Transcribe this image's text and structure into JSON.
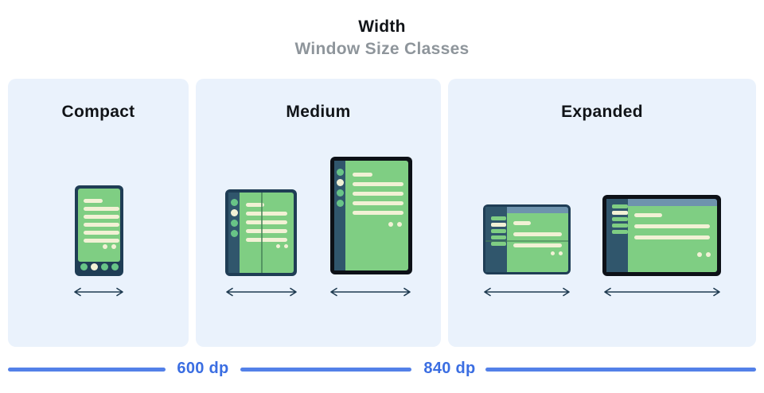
{
  "header": {
    "title": "Width",
    "subtitle": "Window Size Classes"
  },
  "panels": [
    {
      "id": "compact",
      "label": "Compact",
      "devices": [
        "phone-portrait"
      ]
    },
    {
      "id": "medium",
      "label": "Medium",
      "devices": [
        "foldable-portrait",
        "tablet-portrait"
      ]
    },
    {
      "id": "expanded",
      "label": "Expanded",
      "devices": [
        "foldable-landscape",
        "tablet-landscape"
      ]
    }
  ],
  "ruler": {
    "unit": "dp",
    "breakpoints": [
      {
        "label": "600 dp"
      },
      {
        "label": "840 dp"
      }
    ]
  },
  "colors": {
    "panel-bg": "#eaf2fc",
    "navy": "#1f3d55",
    "rail": "#30566c",
    "black": "#0d1117",
    "green": "#7fce83",
    "circle-green": "#68c487",
    "cream": "#f2f1d5",
    "slate": "#6e93ad",
    "fold": "#458257",
    "blue": "#5380e8",
    "blue-text": "#3b6ee2",
    "gray": "#8e959b",
    "arrow": "#1e3a50",
    "ink": "#111418"
  }
}
